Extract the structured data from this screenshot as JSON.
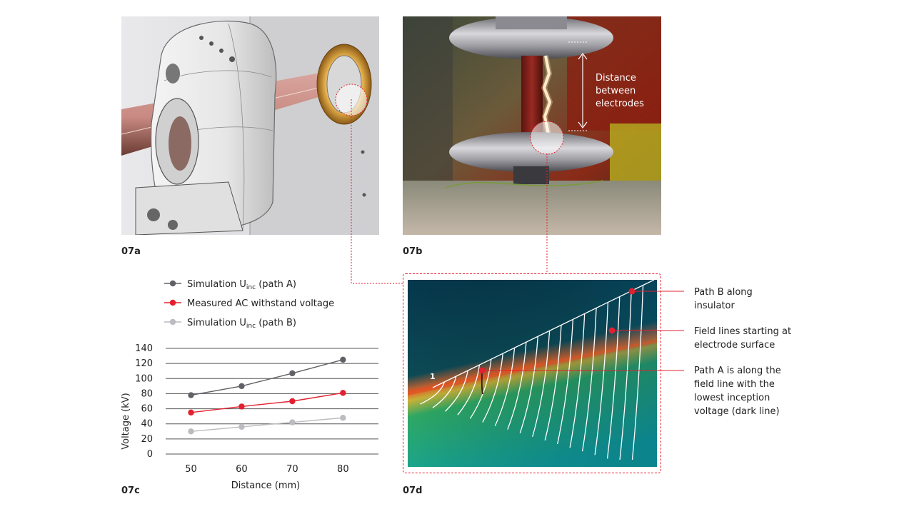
{
  "figure_labels": {
    "a": "07a",
    "b": "07b",
    "c": "07c",
    "d": "07d"
  },
  "photo_b": {
    "annotation": [
      "Distance",
      "between",
      "electrodes"
    ]
  },
  "field_plot": {
    "marker_label": "1",
    "annotations": {
      "path_b": [
        "Path B along",
        "insulator"
      ],
      "field_lines": [
        "Field lines starting at",
        "electrode surface"
      ],
      "path_a": [
        "Path A is along the",
        "field line with the",
        "lowest inception",
        "voltage (dark line)"
      ]
    },
    "colors": {
      "accent": "#e3202f",
      "dark_field": "#06394d",
      "green_field": "#1ea36a"
    }
  },
  "chart_data": {
    "type": "line",
    "x": [
      50,
      60,
      70,
      80
    ],
    "xlabel": "Distance (mm)",
    "ylabel": "Voltage (kV)",
    "yticks": [
      0,
      20,
      40,
      60,
      80,
      100,
      120,
      140
    ],
    "ylim": [
      0,
      140
    ],
    "xlim": [
      45,
      87
    ],
    "grid": true,
    "legend_position": "top-left",
    "series": [
      {
        "name": "Simulation U",
        "subscript": "inc",
        "suffix": " (path A)",
        "values": [
          78,
          90,
          107,
          125
        ],
        "color": "#606066"
      },
      {
        "name": "Measured AC withstand voltage",
        "subscript": "",
        "suffix": "",
        "values": [
          55,
          63,
          70,
          81
        ],
        "color": "#e3202f"
      },
      {
        "name": "Simulation U",
        "subscript": "inc",
        "suffix": " (path B)",
        "values": [
          30,
          36,
          42,
          48
        ],
        "color": "#bcbcc0"
      }
    ]
  }
}
